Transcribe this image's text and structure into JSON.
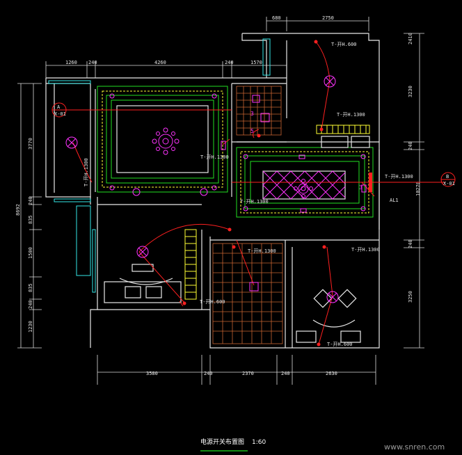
{
  "drawing": {
    "title": "电源开关布置图",
    "scale": "1:60",
    "watermark": "www.snren.com"
  },
  "dimensions": {
    "top": [
      "1260",
      "240",
      "4260",
      "240",
      "1570",
      "680",
      "2750"
    ],
    "bottom": [
      "3580",
      "240",
      "2370",
      "240",
      "2630"
    ],
    "left": [
      "8692",
      "3770",
      "240",
      "835",
      "1500",
      "835",
      "240",
      "1230"
    ],
    "right": [
      "2410",
      "3230",
      "240",
      "10270",
      "240",
      "3250"
    ]
  },
  "axes": {
    "a": {
      "letter": "A",
      "code": "X-01"
    },
    "b": {
      "letter": "B",
      "code": "X-01"
    }
  },
  "labels": {
    "panel": "AL1",
    "switch_texts": [
      "T-开H.1300",
      "T-开H.1300",
      "T-开H.1300",
      "T-开H.1300",
      "T-开H.1300",
      "T-开H.1300",
      "T-开H.1300"
    ],
    "heights": [
      "T-开H.600",
      "T-开H.600",
      "T-开H.600"
    ],
    "switch_nums": [
      "3",
      "3",
      "5"
    ]
  },
  "colors": {
    "wire": "#ff2020",
    "ceiling": "#22e022",
    "cove": "#ffff33",
    "fixture": "#ff33ff",
    "wall": "#e8e8e8",
    "window": "#33e8e8"
  }
}
